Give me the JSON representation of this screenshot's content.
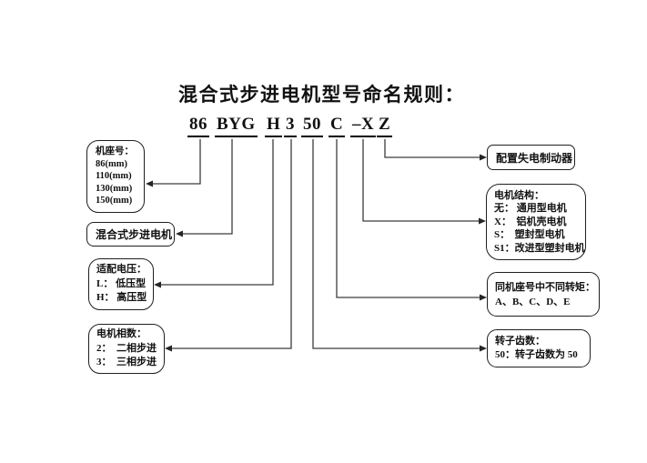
{
  "page": {
    "title": "混合式步进电机型号命名规则：",
    "background_color": "#ffffff",
    "line_color": "#3c3c3c",
    "text_color": "#111111"
  },
  "model": {
    "full_code": "86 BYG H 3 50 C –X Z",
    "segments": [
      "86",
      "BYG",
      "H",
      "3",
      "50",
      "C",
      "–X",
      "Z"
    ]
  },
  "boxes": {
    "frame_size": {
      "lines": [
        "机座号：",
        "86(mm)",
        "110(mm)",
        "130(mm)",
        "150(mm)"
      ]
    },
    "motor_type": {
      "label": "混合式步进电机"
    },
    "voltage": {
      "lines": [
        "适配电压：",
        "L： 低压型",
        "H： 高压型"
      ]
    },
    "phases": {
      "lines": [
        "电机相数：",
        "2：  二相步进",
        "3：  三相步进"
      ]
    },
    "brake": {
      "label": "配置失电制动器"
    },
    "structure": {
      "lines": [
        "电机结构：",
        "无： 通用型电机",
        "X：  铝机壳电机",
        "S：  塑封型电机",
        "S1：改进型塑封电机"
      ]
    },
    "torque": {
      "lines": [
        "同机座号中不同转矩：",
        "A、B、C、D、E"
      ]
    },
    "rotor_teeth": {
      "lines": [
        "转子齿数：",
        "50：转子齿数为 50"
      ]
    }
  }
}
